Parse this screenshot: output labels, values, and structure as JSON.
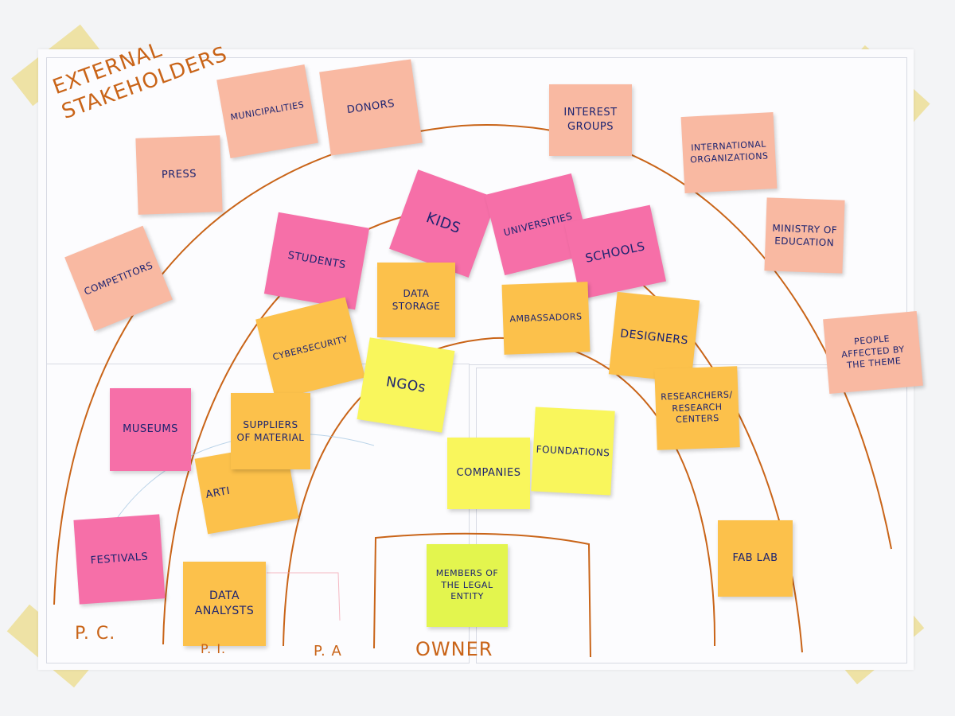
{
  "heading": "EXTERNAL STAKEHOLDERS",
  "notes": {
    "municipalities": "MUNICIPALITIES",
    "donors": "DONORS",
    "interest_groups": "INTEREST GROUPS",
    "international_organizations": "INTERNATIONAL ORGANIZATIONS",
    "press": "PRESS",
    "ministry_of_education": "MINISTRY OF EDUCATION",
    "competitors": "COMPETITORS",
    "students": "STUDENTS",
    "kids": "KIDS",
    "universities": "UNIVERSITIES",
    "schools": "SCHOOLS",
    "data_storage": "DATA STORAGE",
    "ambassadors": "AMBASSADORS",
    "designers": "DESIGNERS",
    "people_affected": "PEOPLE AFFECTED BY THE THEME",
    "cybersecurity": "CYBERSECURITY",
    "ngos": "NGOs",
    "researchers": "RESEARCHERS/ RESEARCH CENTERS",
    "museums": "MUSEUMS",
    "suppliers": "SUPPLIERS OF MATERIAL",
    "artists": "ARTI",
    "companies": "COMPANIES",
    "foundations": "FOUNDATIONS",
    "festivals": "FESTIVALS",
    "data_analysts": "DATA ANALYSTS",
    "members_legal_entity": "MEMBERS OF THE LEGAL ENTITY",
    "fab_lab": "FAB LAB"
  },
  "labels": {
    "pc": "P. C.",
    "pi": "P. I.",
    "pa": "P. A",
    "owner": "OWNER"
  },
  "colors": {
    "salmon": "#f9b9a2",
    "pink": "#f66fa8",
    "orange": "#fcc14b",
    "yellow": "#f9f65c",
    "lime": "#e3f54e",
    "marker": "#c96418",
    "ink": "#1c2370",
    "tape": "#ecde96"
  }
}
